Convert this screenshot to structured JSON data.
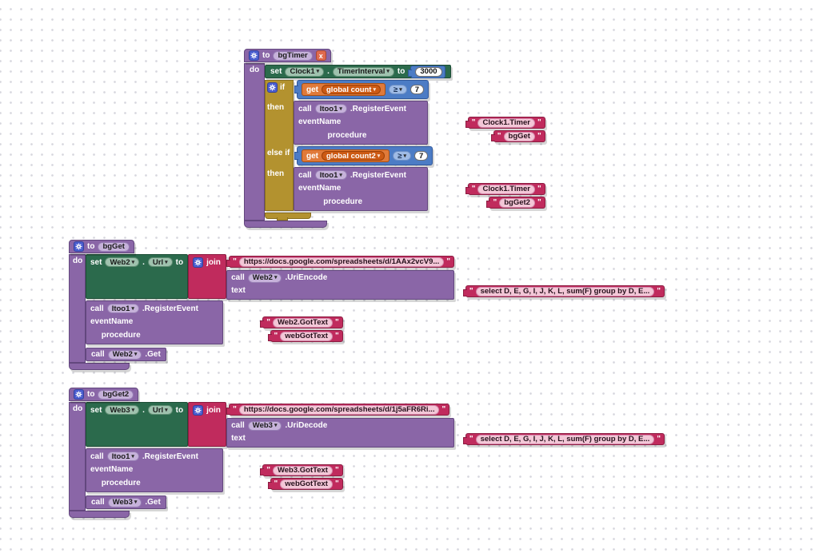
{
  "ui": {
    "dd": "▾",
    "quote": "\"",
    "delete_glyph": "x"
  },
  "colors": {
    "procedure_purple": "#8a66a7",
    "setter_green": "#2b6a4c",
    "control_mustard": "#b3922f",
    "math_blue": "#4c7cc5",
    "variable_orange": "#e07a3a",
    "text_crimson": "#c02b5d",
    "gear_icon_bg": "#4a5ed0",
    "delete_btn_bg": "#e06a4e"
  },
  "bgTimer": {
    "to": "to",
    "name": "bgTimer",
    "do": "do",
    "set": {
      "kw": "set",
      "component": "Clock1",
      "dot": ".",
      "property": "TimerInterval",
      "to": "to",
      "value": "3000"
    },
    "if_kw": "if",
    "then_kw": "then",
    "elseif_kw": "else if",
    "then2_kw": "then",
    "cond1": {
      "get": "get",
      "var": "global count",
      "op": "≥",
      "value": "7"
    },
    "cond2": {
      "get": "get",
      "var": "global count2",
      "op": "≥",
      "value": "7"
    },
    "call1": {
      "kw": "call",
      "component": "Itoo1",
      "method": ".RegisterEvent",
      "p1": "eventName",
      "v1": "Clock1.Timer",
      "p2": "procedure",
      "v2": "bgGet"
    },
    "call2": {
      "kw": "call",
      "component": "Itoo1",
      "method": ".RegisterEvent",
      "p1": "eventName",
      "v1": "Clock1.Timer",
      "p2": "procedure",
      "v2": "bgGet2"
    }
  },
  "bgGet": {
    "to": "to",
    "name": "bgGet",
    "do": "do",
    "set": {
      "kw": "set",
      "component": "Web2",
      "dot": ".",
      "property": "Url",
      "to": "to"
    },
    "join_kw": "join",
    "url": "https://docs.google.com/spreadsheets/d/1AAx2vcV9...",
    "encode": {
      "kw": "call",
      "component": "Web2",
      "method": ".UriEncode",
      "p": "text",
      "v": "select D, E, G, I, J, K, L, sum(F) group by D, E..."
    },
    "register": {
      "kw": "call",
      "component": "Itoo1",
      "method": ".RegisterEvent",
      "p1": "eventName",
      "v1": "Web2.GotText",
      "p2": "procedure",
      "v2": "webGotText"
    },
    "get": {
      "kw": "call",
      "component": "Web2",
      "method": ".Get"
    }
  },
  "bgGet2": {
    "to": "to",
    "name": "bgGet2",
    "do": "do",
    "set": {
      "kw": "set",
      "component": "Web3",
      "dot": ".",
      "property": "Url",
      "to": "to"
    },
    "join_kw": "join",
    "url": "https://docs.google.com/spreadsheets/d/1j5aFR6Ri...",
    "encode": {
      "kw": "call",
      "component": "Web3",
      "method": ".UriDecode",
      "p": "text",
      "v": "select D, E, G, I, J, K, L, sum(F) group by D, E..."
    },
    "register": {
      "kw": "call",
      "component": "Itoo1",
      "method": ".RegisterEvent",
      "p1": "eventName",
      "v1": "Web3.GotText",
      "p2": "procedure",
      "v2": "webGotText"
    },
    "get": {
      "kw": "call",
      "component": "Web3",
      "method": ".Get"
    }
  }
}
